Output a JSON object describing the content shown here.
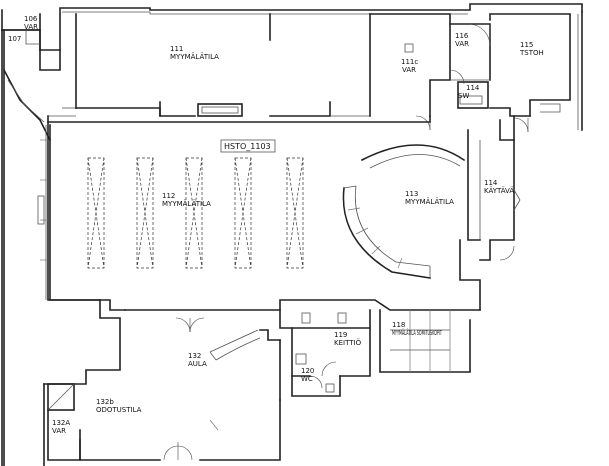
{
  "plan_tag": "HSTO_1103",
  "rooms": [
    {
      "id": "r106",
      "number": "106",
      "name": "VAR"
    },
    {
      "id": "r107",
      "number": "107",
      "name": ""
    },
    {
      "id": "r111",
      "number": "111",
      "name": "MYYMÄLÄTILA"
    },
    {
      "id": "r111c",
      "number": "111c",
      "name": "VAR"
    },
    {
      "id": "r116",
      "number": "116",
      "name": "VAR"
    },
    {
      "id": "r114a",
      "number": "114",
      "name": "SW"
    },
    {
      "id": "r115",
      "number": "115",
      "name": "TSTOH"
    },
    {
      "id": "r112",
      "number": "112",
      "name": "MYYMÄLÄTILA"
    },
    {
      "id": "r113",
      "number": "113",
      "name": "MYYMÄLÄTILA"
    },
    {
      "id": "r114b",
      "number": "114",
      "name": "KÄYTÄVÄ"
    },
    {
      "id": "r119",
      "number": "119",
      "name": "KEITTIÖ"
    },
    {
      "id": "r118",
      "number": "118",
      "name": "MYYMÄLÄTILA SOMITUSKOPIT"
    },
    {
      "id": "r120",
      "number": "120",
      "name": "WC"
    },
    {
      "id": "r132",
      "number": "132",
      "name": "AULA"
    },
    {
      "id": "r132b",
      "number": "132b",
      "name": "ODOTUSTILA"
    },
    {
      "id": "r132a",
      "number": "132A",
      "name": "VAR"
    }
  ]
}
